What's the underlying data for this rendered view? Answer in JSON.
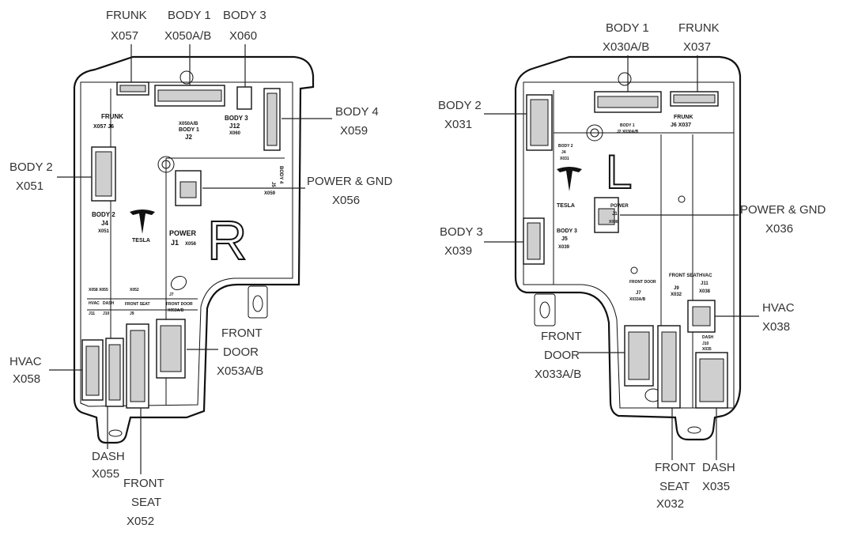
{
  "right_module": {
    "letter": "R",
    "logo_text": "TESLA",
    "connectors": [
      {
        "name": "FRUNK",
        "code": "X057"
      },
      {
        "name": "BODY 1",
        "code": "X050A/B"
      },
      {
        "name": "BODY 3",
        "code": "X060"
      },
      {
        "name": "BODY 4",
        "code": "X059"
      },
      {
        "name": "BODY 2",
        "code": "X051"
      },
      {
        "name": "POWER & GND",
        "code": "X056"
      },
      {
        "name": "HVAC",
        "code": "X058"
      },
      {
        "name": "FRONT",
        "name2": "DOOR",
        "code": "X053A/B"
      },
      {
        "name": "DASH",
        "code": "X055"
      },
      {
        "name": "FRONT",
        "name2": "SEAT",
        "code": "X052"
      }
    ],
    "on_part": {
      "frunk": "FRUNK",
      "frunk_j": "X057 J6",
      "body1_a": "X050A/B",
      "body1_b": "BODY 1",
      "body1_j": "J2",
      "body3": "BODY 3",
      "body3_j": "J12",
      "body3_x": "X060",
      "body4": "BODY 4",
      "body4_j": "J5",
      "body4_x": "X059",
      "body2": "BODY 2",
      "body2_j": "J4",
      "body2_x": "X051",
      "power": "POWER",
      "power_j": "J1",
      "power_x": "X056",
      "x058": "X058 X055",
      "x052": "X052",
      "hvac": "HVAC",
      "dash": "DASH",
      "j11": "J11",
      "j10": "J10",
      "fseat": "FRONT SEAT",
      "j9": "J9",
      "fdoor": "FRONT DOOR",
      "j7": "J7",
      "x053": "X053A/B"
    }
  },
  "left_module": {
    "letter": "L",
    "logo_text": "TESLA",
    "connectors": [
      {
        "name": "BODY 1",
        "code": "X030A/B"
      },
      {
        "name": "FRUNK",
        "code": "X037"
      },
      {
        "name": "BODY 2",
        "code": "X031"
      },
      {
        "name": "POWER & GND",
        "code": "X036"
      },
      {
        "name": "BODY 3",
        "code": "X039"
      },
      {
        "name": "HVAC",
        "code": "X038"
      },
      {
        "name": "FRONT",
        "name2": "DOOR",
        "code": "X033A/B"
      },
      {
        "name": "FRONT",
        "name2": "SEAT",
        "code": "X032"
      },
      {
        "name": "DASH",
        "code": "X035"
      }
    ],
    "on_part": {
      "body1": "BODY 1",
      "body1_j": "J2 X030A/B",
      "frunk": "FRUNK",
      "frunk_j": "J6 X037",
      "body2": "BODY 2",
      "body2_j": "J4",
      "body2_x": "X031",
      "power": "POWER",
      "power_j": "J1",
      "power_x": "X036",
      "body3": "BODY 3",
      "body3_j": "J5",
      "body3_x": "X039",
      "fdoor": "FRONT DOOR",
      "j7": "J7",
      "x033": "X033A/B",
      "fseat": "FRONT SEAT",
      "j9": "J9",
      "x032": "X032",
      "hvac": "HVAC",
      "j11": "J11",
      "x038": "X038",
      "dash": "DASH",
      "j10": "J10",
      "x035": "X035"
    }
  }
}
